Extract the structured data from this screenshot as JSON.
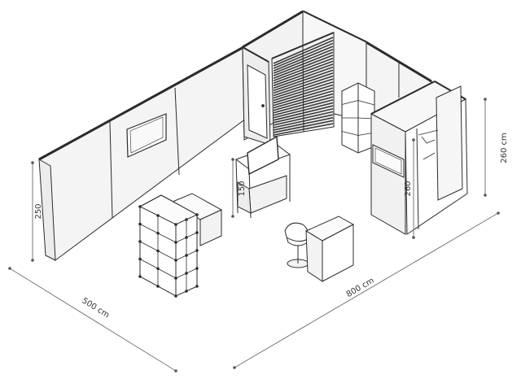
{
  "dimensions": {
    "width_label": "800 cm",
    "depth_label": "500 cm",
    "wall_height_label": "250",
    "cabin_height_label": "260",
    "outer_height_label": "260 cm",
    "counter_height_label": "150"
  },
  "colors": {
    "line": "#2b2b2b",
    "wall_fill": "#f4f4f4",
    "dim_line": "#777777",
    "slat": "#3a3a3a"
  }
}
